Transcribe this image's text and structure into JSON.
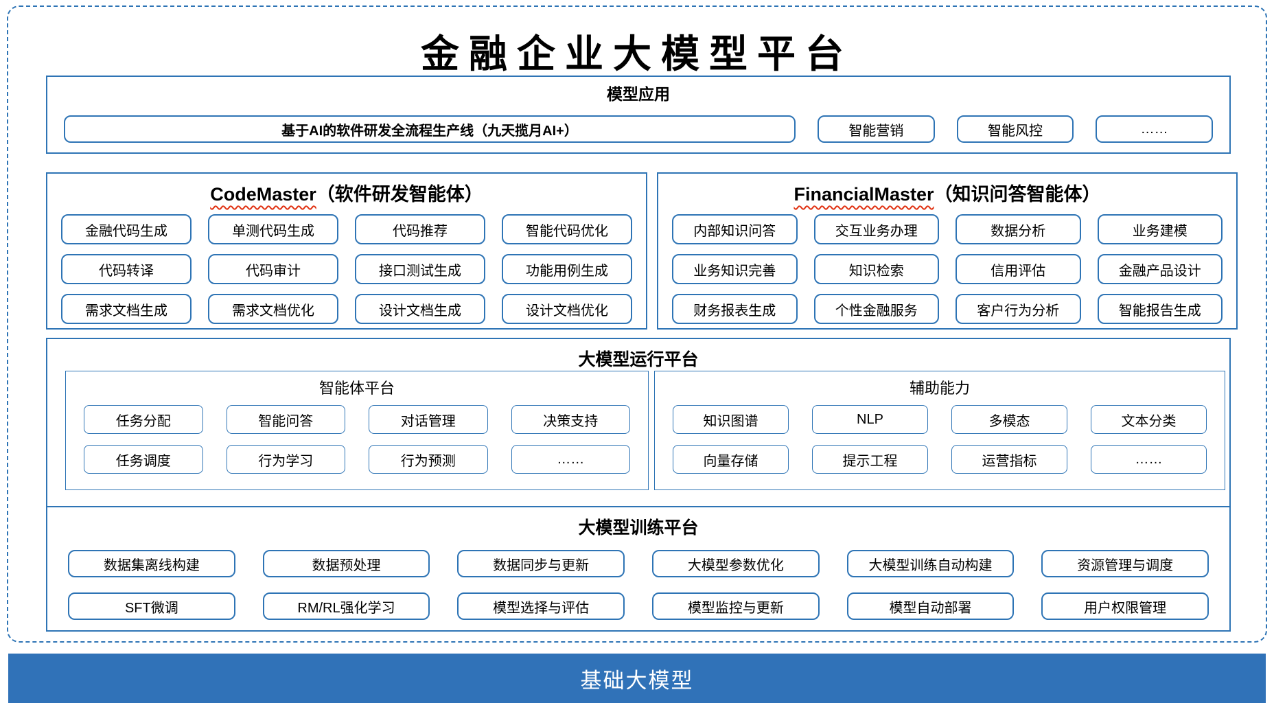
{
  "title": "金融企业大模型平台",
  "model_application": {
    "header": "模型应用",
    "main_item": "基于AI的软件研发全流程生产线（九天揽月AI+）",
    "items": [
      "智能营销",
      "智能风控",
      "……"
    ]
  },
  "codemaster": {
    "header_en": "CodeMaster",
    "header_cn": "（软件研发智能体）",
    "items": [
      "金融代码生成",
      "单测代码生成",
      "代码推荐",
      "智能代码优化",
      "代码转译",
      "代码审计",
      "接口测试生成",
      "功能用例生成",
      "需求文档生成",
      "需求文档优化",
      "设计文档生成",
      "设计文档优化"
    ]
  },
  "financialmaster": {
    "header_en": "FinancialMaster",
    "header_cn": "（知识问答智能体）",
    "items": [
      "内部知识问答",
      "交互业务办理",
      "数据分析",
      "业务建模",
      "业务知识完善",
      "知识检索",
      "信用评估",
      "金融产品设计",
      "财务报表生成",
      "个性金融服务",
      "客户行为分析",
      "智能报告生成"
    ]
  },
  "runtime_platform": {
    "header": "大模型运行平台",
    "agent_platform": {
      "header": "智能体平台",
      "items": [
        "任务分配",
        "智能问答",
        "对话管理",
        "决策支持",
        "任务调度",
        "行为学习",
        "行为预测",
        "……"
      ]
    },
    "auxiliary": {
      "header": "辅助能力",
      "items": [
        "知识图谱",
        "NLP",
        "多模态",
        "文本分类",
        "向量存储",
        "提示工程",
        "运营指标",
        "……"
      ]
    }
  },
  "training_platform": {
    "header": "大模型训练平台",
    "items": [
      "数据集离线构建",
      "数据预处理",
      "数据同步与更新",
      "大模型参数优化",
      "大模型训练自动构建",
      "资源管理与调度",
      "SFT微调",
      "RM/RL强化学习",
      "模型选择与评估",
      "模型监控与更新",
      "模型自动部署",
      "用户权限管理"
    ]
  },
  "base_model": {
    "label": "基础大模型"
  },
  "colors": {
    "accent_blue": "#2E74B5",
    "bar_blue": "#3072B8",
    "squiggle_red": "#E03010",
    "text_black": "#000000",
    "bar_text_white": "#FFFFFF"
  }
}
